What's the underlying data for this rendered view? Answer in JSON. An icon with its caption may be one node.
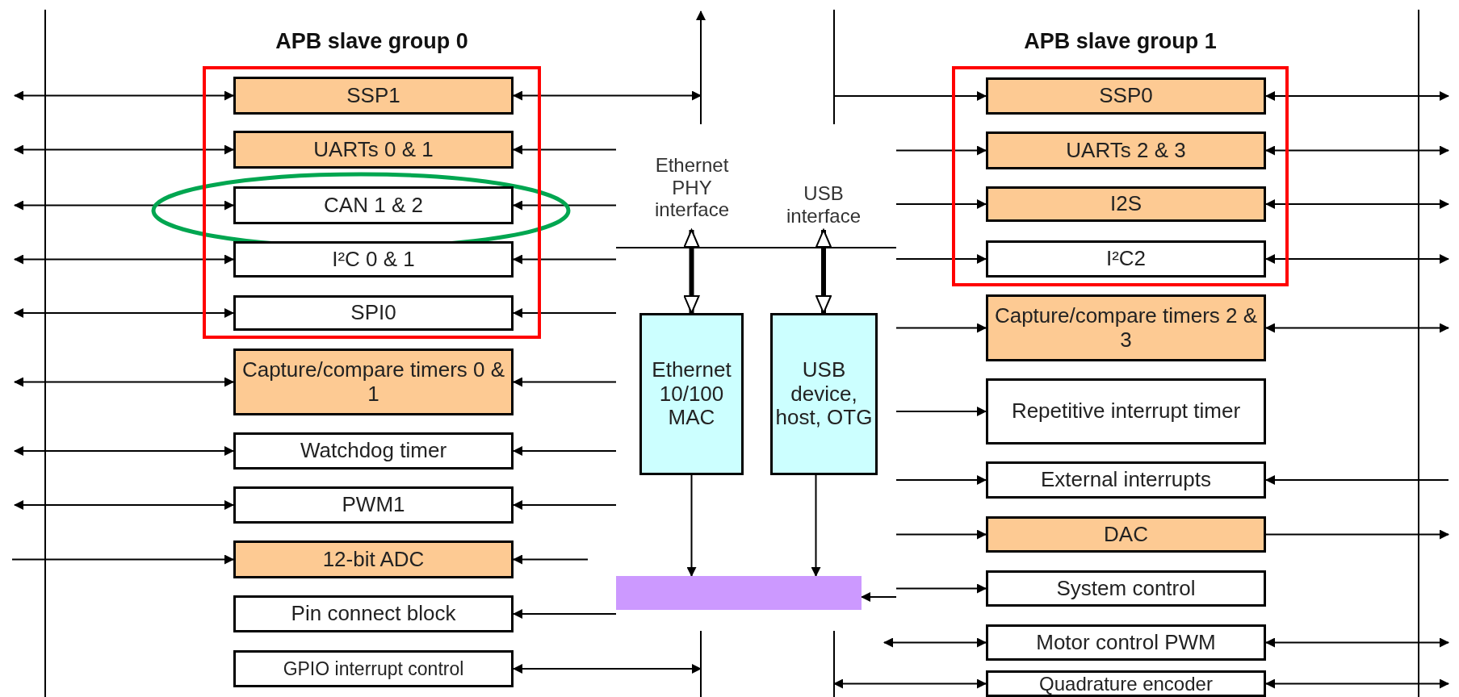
{
  "diagram": {
    "nodes": [
      {
        "text": [
          "APB slave group 0"
        ]
      },
      {
        "text": [
          "SSP1"
        ],
        "in": 0
      },
      {
        "text": [
          "UARTs 0 & 1"
        ],
        "in": 0
      },
      {
        "text": [
          "CAN 1 & 2"
        ],
        "in": 0
      },
      {
        "text": [
          "I²C 0 & 1"
        ],
        "in": 0
      },
      {
        "text": [
          "SPI0"
        ],
        "in": 0
      },
      {
        "text": [
          "Capture/compare timers 0 & 1"
        ]
      },
      {
        "text": [
          "Watchdog timer"
        ]
      },
      {
        "text": [
          "PWM1"
        ]
      },
      {
        "text": [
          "12-bit ADC"
        ]
      },
      {
        "text": [
          "Pin connect block"
        ]
      },
      {
        "text": [
          "GPIO interrupt control"
        ]
      },
      {
        "text": [
          "Ethernet PHY interface"
        ]
      },
      {
        "text": [
          "USB interface"
        ]
      },
      {
        "text": [
          "Ethernet 10/100 MAC"
        ]
      },
      {
        "text": [
          "USB device, host, OTG"
        ]
      },
      {
        "text": [],
        "shape": "box"
      },
      {
        "text": [
          "APB slave group 1"
        ]
      },
      {
        "text": [
          "SSP0"
        ],
        "in": 17
      },
      {
        "text": [
          "UARTs 2 & 3"
        ],
        "in": 17
      },
      {
        "text": [
          "I2S"
        ],
        "in": 17
      },
      {
        "text": [
          "I²C2"
        ],
        "in": 17
      },
      {
        "text": [
          "Capture/compare timers 2 & 3"
        ]
      },
      {
        "text": [
          "Repetitive interrupt timer"
        ]
      },
      {
        "text": [
          "External interrupts"
        ]
      },
      {
        "text": [
          "DAC"
        ]
      },
      {
        "text": [
          "System control"
        ]
      },
      {
        "text": [
          "Motor control PWM"
        ]
      },
      {
        "text": [
          "Quadrature encoder"
        ]
      }
    ],
    "edges": [
      {
        "from": null,
        "to": 1,
        "arrow": "both"
      },
      {
        "from": null,
        "to": 1,
        "arrow": "both"
      },
      {
        "from": null,
        "to": 2,
        "arrow": "both"
      },
      {
        "from": null,
        "to": 2,
        "arrow": "to"
      },
      {
        "from": null,
        "to": 3,
        "arrow": "both"
      },
      {
        "from": null,
        "to": 3,
        "arrow": "to"
      },
      {
        "from": null,
        "to": 4,
        "arrow": "both"
      },
      {
        "from": null,
        "to": 4,
        "arrow": "to"
      },
      {
        "from": null,
        "to": 5,
        "arrow": "both"
      },
      {
        "from": null,
        "to": 5,
        "arrow": "to"
      },
      {
        "from": null,
        "to": 6,
        "arrow": "both"
      },
      {
        "from": null,
        "to": 6,
        "arrow": "to"
      },
      {
        "from": null,
        "to": 7,
        "arrow": "both"
      },
      {
        "from": null,
        "to": 7,
        "arrow": "to"
      },
      {
        "from": null,
        "to": 8,
        "arrow": "both"
      },
      {
        "from": null,
        "to": 8,
        "arrow": "to"
      },
      {
        "from": null,
        "to": 9,
        "arrow": "to"
      },
      {
        "from": null,
        "to": 9,
        "arrow": "to"
      },
      {
        "from": 16,
        "to": 10,
        "arrow": "to"
      },
      {
        "from": 11,
        "to": null,
        "arrow": "both"
      },
      {
        "from": 12,
        "to": 14,
        "arrow": "both",
        "style": "thick"
      },
      {
        "from": 13,
        "to": 15,
        "arrow": "both",
        "style": "thick"
      },
      {
        "from": 14,
        "to": 16,
        "arrow": "to"
      },
      {
        "from": 15,
        "to": 16,
        "arrow": "to"
      },
      {
        "from": null,
        "to": 18,
        "arrow": "to"
      },
      {
        "from": 18,
        "to": null,
        "arrow": "both"
      },
      {
        "from": null,
        "to": 19,
        "arrow": "to"
      },
      {
        "from": 19,
        "to": null,
        "arrow": "both"
      },
      {
        "from": null,
        "to": 20,
        "arrow": "to"
      },
      {
        "from": 20,
        "to": null,
        "arrow": "both"
      },
      {
        "from": null,
        "to": 21,
        "arrow": "to"
      },
      {
        "from": 21,
        "to": null,
        "arrow": "both"
      },
      {
        "from": null,
        "to": 22,
        "arrow": "to"
      },
      {
        "from": 22,
        "to": null,
        "arrow": "both"
      },
      {
        "from": null,
        "to": 23,
        "arrow": "to"
      },
      {
        "from": null,
        "to": 24,
        "arrow": "to"
      },
      {
        "from": null,
        "to": 24,
        "arrow": "to"
      },
      {
        "from": null,
        "to": 25,
        "arrow": "to"
      },
      {
        "from": 25,
        "to": null,
        "arrow": "to"
      },
      {
        "from": null,
        "to": 26,
        "arrow": "to"
      },
      {
        "from": null,
        "to": 16,
        "arrow": "to"
      },
      {
        "from": null,
        "to": 27,
        "arrow": "both"
      },
      {
        "from": 27,
        "to": null,
        "arrow": "both"
      },
      {
        "from": null,
        "to": 28,
        "arrow": "both"
      },
      {
        "from": 28,
        "to": null,
        "arrow": "both"
      }
    ]
  }
}
